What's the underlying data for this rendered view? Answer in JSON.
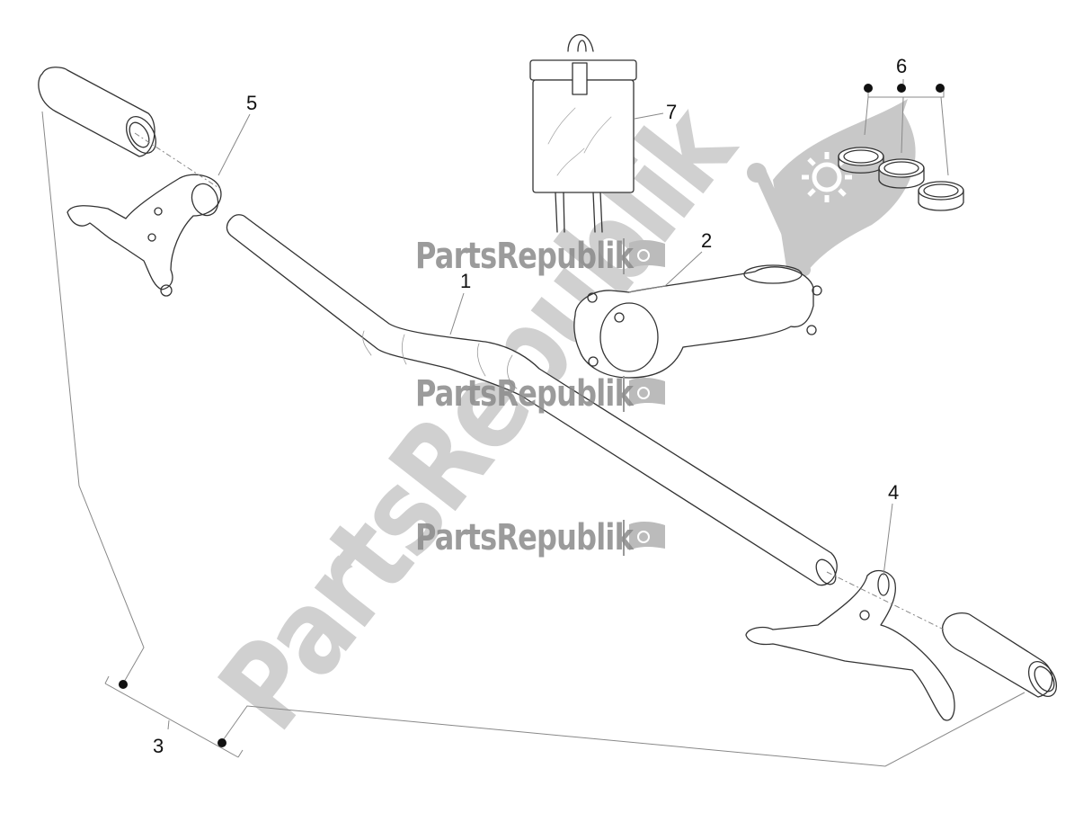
{
  "diagram": {
    "type": "exploded-parts-diagram",
    "subject": "handlebar assembly",
    "line_color": "#333333",
    "leader_color": "#888888",
    "watermark_color": "#c8c8c8",
    "callouts": [
      {
        "id": 1,
        "label": "1",
        "part": "handlebar"
      },
      {
        "id": 2,
        "label": "2",
        "part": "stem"
      },
      {
        "id": 3,
        "label": "3",
        "part": "grips (pair)"
      },
      {
        "id": 4,
        "label": "4",
        "part": "right brake lever"
      },
      {
        "id": 5,
        "label": "5",
        "part": "left brake lever"
      },
      {
        "id": 6,
        "label": "6",
        "part": "spacer rings (set of 3)"
      },
      {
        "id": 7,
        "label": "7",
        "part": "bag"
      }
    ]
  },
  "watermarks": {
    "small_text": "PartsRepublik",
    "large_text": "PartsRepublik",
    "logo": "gear-flag-icon"
  }
}
